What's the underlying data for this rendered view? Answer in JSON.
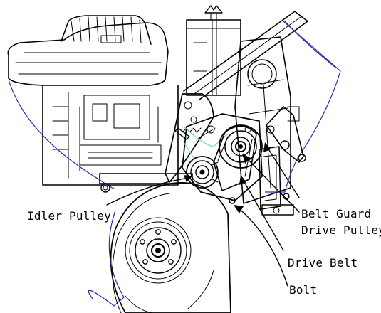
{
  "diagram": {
    "callouts": [
      {
        "id": "idler-pulley",
        "label": "Idler Pulley"
      },
      {
        "id": "belt-guard",
        "label": "Belt Guard"
      },
      {
        "id": "drive-pulley",
        "label": "Drive Pulley"
      },
      {
        "id": "drive-belt",
        "label": "Drive Belt"
      },
      {
        "id": "bolt",
        "label": "Bolt"
      }
    ]
  }
}
